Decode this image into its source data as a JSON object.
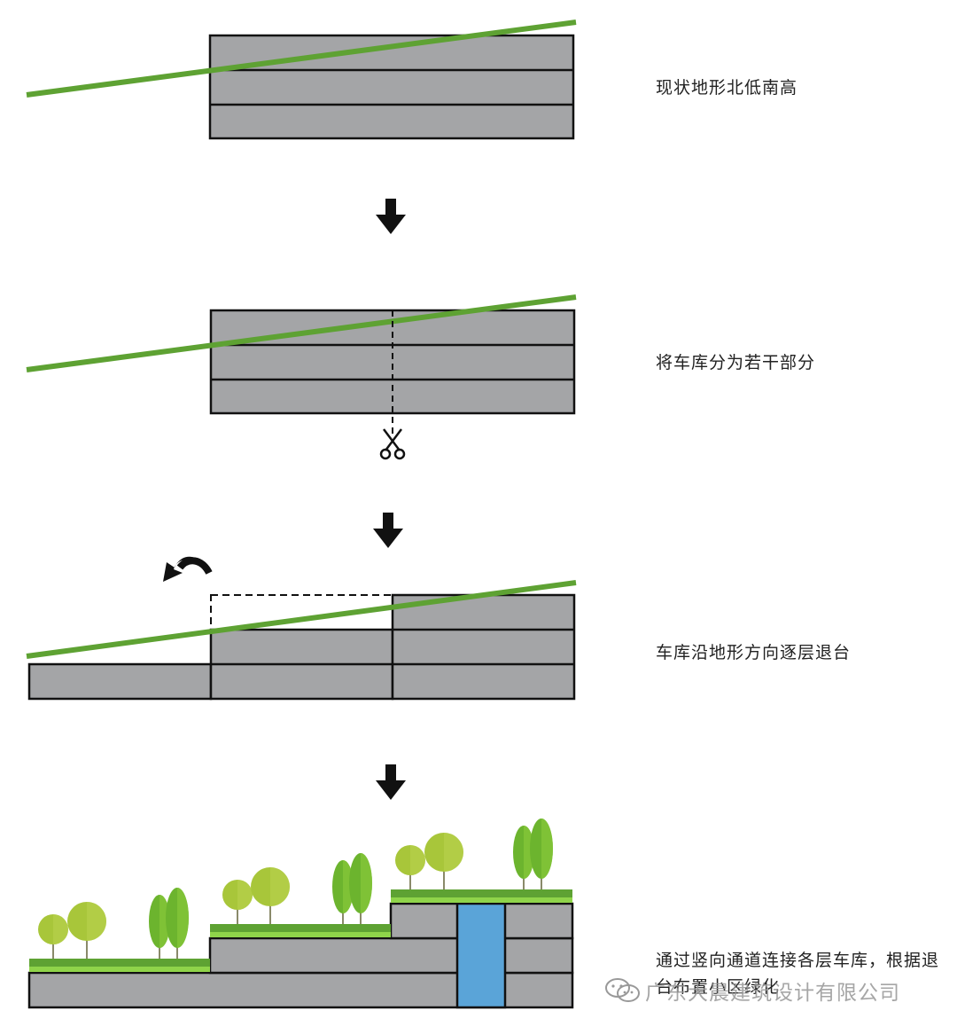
{
  "steps": [
    {
      "caption": "现状地形北低南高"
    },
    {
      "caption": "将车库分为若干部分"
    },
    {
      "caption": "车库沿地形方向逐层退台"
    },
    {
      "caption": "通过竖向通道连接各层车库，根据退台布置小区绿化"
    }
  ],
  "watermark": "广东大晨建筑设计有限公司",
  "icons": [
    "down-arrow-icon",
    "scissors-icon",
    "curved-arrow-icon",
    "tree-icon",
    "wechat-icon"
  ],
  "colors": {
    "garage_fill": "#a4a5a7",
    "outline": "#111111",
    "terrain_line": "#5ea233",
    "grass_dark": "#5ea233",
    "grass_light": "#8fd44a",
    "shaft": "#5aa4d8",
    "tree_light": "#a8c63a",
    "tree_dark": "#6cb42e"
  }
}
